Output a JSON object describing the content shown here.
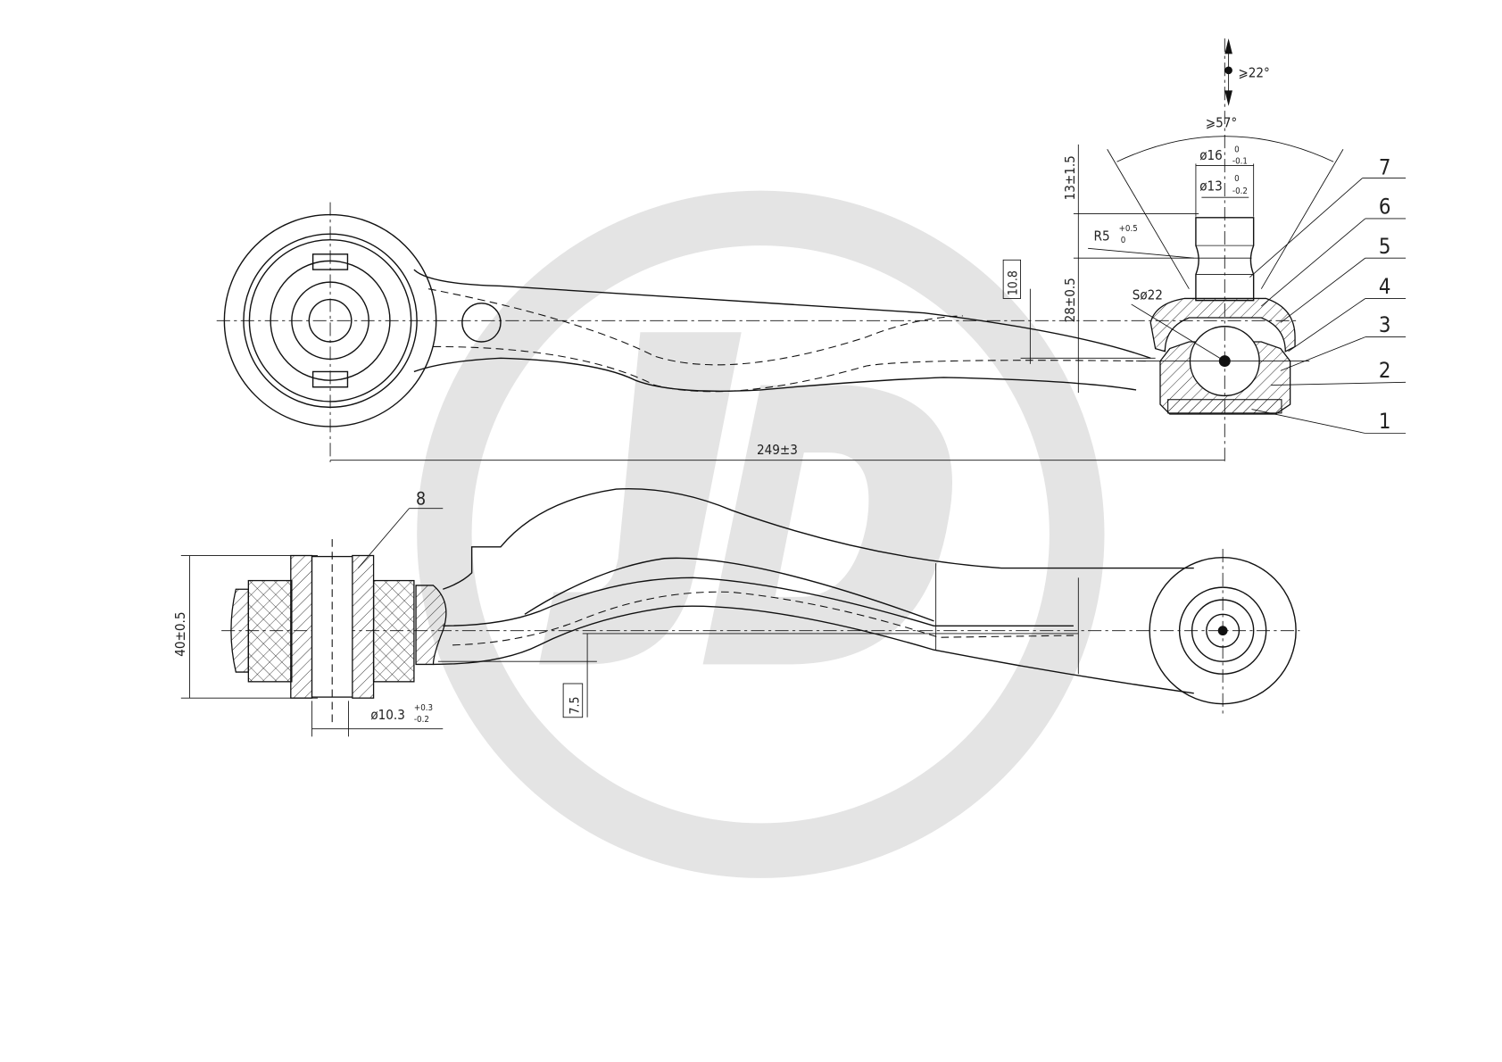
{
  "drawing": {
    "watermark_logo": "JD",
    "top_view": {
      "angle_tilt": "⩾22°",
      "angle_swing": "⩾57°",
      "dim_d16": "ø16",
      "dim_d16_tol_upper": "0",
      "dim_d16_tol_lower": "-0.1",
      "dim_d13": "ø13",
      "dim_d13_tol_upper": "0",
      "dim_d13_tol_lower": "-0.2",
      "dim_13": "13±1.5",
      "dim_28": "28±0.5",
      "dim_r5": "R5",
      "dim_r5_tol_upper": "+0.5",
      "dim_r5_tol_lower": "0",
      "dim_sphere": "Sø22",
      "dim_10_8": "10.8",
      "dim_length": "249±3"
    },
    "side_view": {
      "dim_40": "40±0.5",
      "dim_bore": "ø10.3",
      "dim_bore_tol_upper": "+0.3",
      "dim_bore_tol_lower": "-0.2",
      "dim_7_5": "7.5"
    },
    "part_numbers": [
      "1",
      "2",
      "3",
      "4",
      "5",
      "6",
      "7",
      "8"
    ]
  }
}
